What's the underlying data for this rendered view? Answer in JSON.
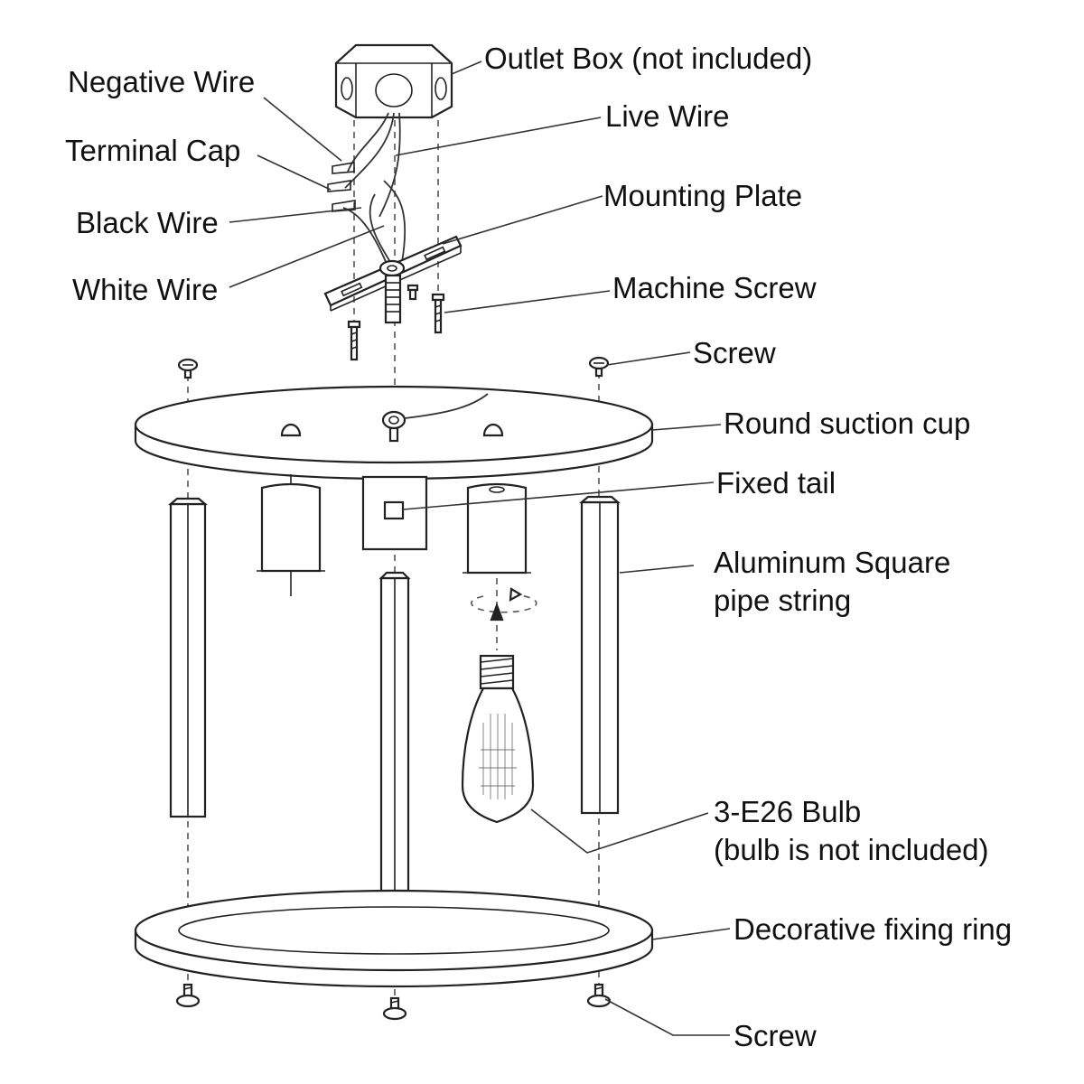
{
  "labels": {
    "outlet_box": "Outlet Box (not included)",
    "negative_wire": "Negative Wire",
    "live_wire": "Live Wire",
    "terminal_cap": "Terminal Cap",
    "mounting_plate": "Mounting Plate",
    "black_wire": "Black Wire",
    "white_wire": "White Wire",
    "machine_screw": "Machine Screw",
    "screw_top": "Screw",
    "round_suction_cup": "Round suction cup",
    "fixed_tail": "Fixed tail",
    "pipe_line1": "Aluminum Square",
    "pipe_line2": "pipe string",
    "bulb_line1": "3-E26 Bulb",
    "bulb_line2": "(bulb is not included)",
    "fixing_ring": "Decorative fixing ring",
    "screw_bottom": "Screw"
  },
  "colors": {
    "line": "#222222",
    "text": "#111111",
    "background": "#ffffff"
  }
}
